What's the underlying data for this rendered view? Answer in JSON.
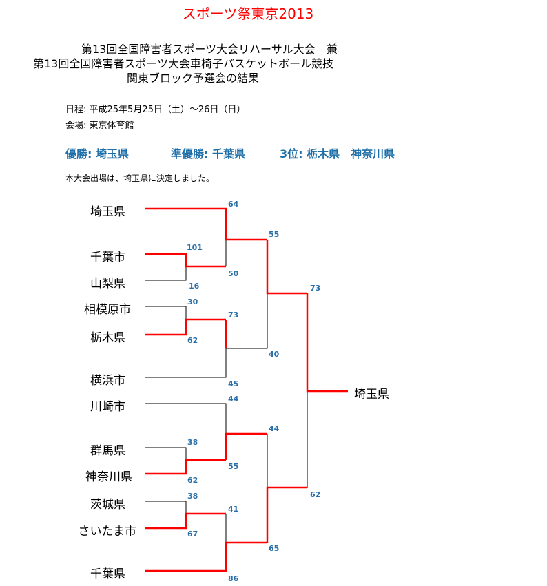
{
  "header": {
    "title": "スポーツ祭東京2013",
    "subtitle_line1": "第13回全国障害者スポーツ大会リハーサル大会　兼",
    "subtitle_line2": "第13回全国障害者スポーツ大会車椅子バスケットボール競技",
    "subtitle_line3": "関東ブロック予選会の結果"
  },
  "info": {
    "date": "日程: 平成25年5月25日（土）～26日（日）",
    "venue": "会場: 東京体育館"
  },
  "results": {
    "winner": "優勝: 埼玉県",
    "runner_up": "準優勝: 千葉県",
    "third": "3位: 栃木県　神奈川県"
  },
  "note": "本大会出場は、埼玉県に決定しました。",
  "teams": [
    "埼玉県",
    "千葉市",
    "山梨県",
    "相模原市",
    "栃木県",
    "横浜市",
    "川崎市",
    "群馬県",
    "神奈川県",
    "茨城県",
    "さいたま市",
    "千葉県"
  ],
  "champion": "埼玉県",
  "scores": {
    "r1_chiba_city": "101",
    "r1_yamanashi": "16",
    "r1_sagamihara": "30",
    "r1_tochigi": "62",
    "r1_gunma": "38",
    "r1_kanagawa": "62",
    "r1_ibaraki": "38",
    "r1_saitama_city": "67",
    "r2_saitama": "64",
    "r2_chiba_city": "50",
    "r2_tochigi": "73",
    "r2_yokohama": "45",
    "r2_kawasaki": "44",
    "r2_kanagawa": "55",
    "r2_saitama_city": "41",
    "r2_chiba_pref": "86",
    "sf_saitama": "55",
    "sf_tochigi": "40",
    "sf_kanagawa": "44",
    "sf_chiba_pref": "65",
    "final_saitama": "73",
    "final_chiba_pref": "62"
  },
  "colors": {
    "title": "#ff0000",
    "winner_line": "#ff0000",
    "result_text": "#1f6fa8",
    "score_text": "#2a6fa8"
  }
}
